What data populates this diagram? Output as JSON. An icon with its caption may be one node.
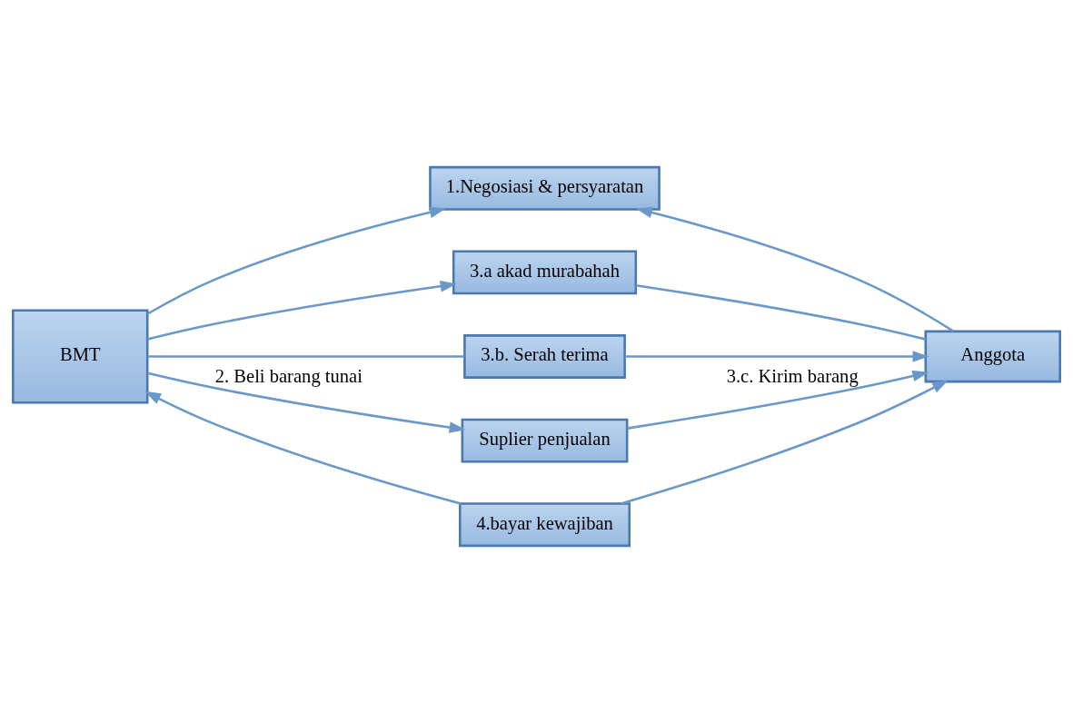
{
  "diagram": {
    "nodes": [
      {
        "text": [
          "BMT"
        ]
      },
      {
        "text": [
          "1.Negosiasi & persyaratan"
        ]
      },
      {
        "text": [
          "3.a akad murabahah"
        ]
      },
      {
        "text": [
          "3.b. Serah terima"
        ]
      },
      {
        "text": [
          "Anggota"
        ]
      },
      {
        "text": [
          "4.bayar kewajiban"
        ]
      },
      {
        "text": [
          "Suplier penjualan"
        ]
      }
    ],
    "edges": [
      {
        "from": 0,
        "to": 1,
        "arrow": "to"
      },
      {
        "from": 4,
        "to": 1,
        "arrow": "to"
      },
      {
        "from": 0,
        "to": 2,
        "arrow": "to"
      },
      {
        "from": 2,
        "to": 4,
        "arrow": "none"
      },
      {
        "from": 0,
        "to": 3,
        "arrow": "none"
      },
      {
        "from": 3,
        "to": 4,
        "arrow": "to"
      },
      {
        "from": 5,
        "to": 0,
        "arrow": "to"
      },
      {
        "from": 5,
        "to": 4,
        "arrow": "to"
      },
      {
        "from": 0,
        "to": 6,
        "arrow": "to",
        "label": "2. Beli barang tunai"
      },
      {
        "from": 6,
        "to": 4,
        "arrow": "to",
        "label": "3.c. Kirim barang"
      }
    ]
  }
}
